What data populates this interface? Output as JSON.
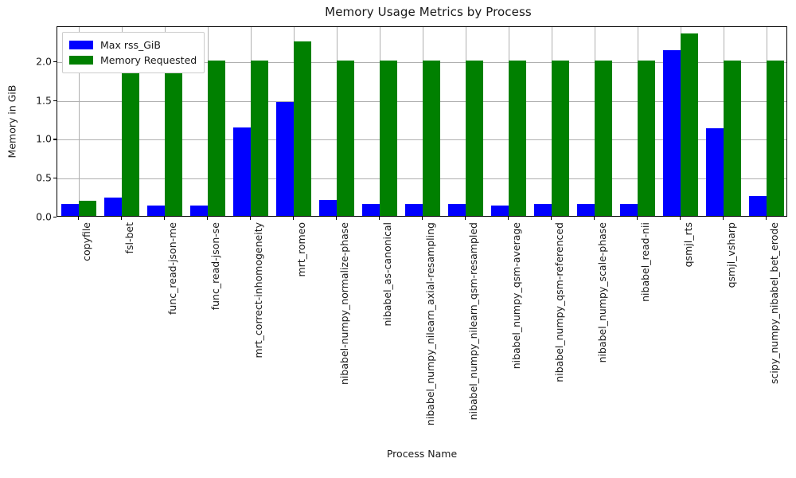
{
  "chart_data": {
    "type": "bar",
    "title": "Memory Usage Metrics by Process",
    "xlabel": "Process Name",
    "ylabel": "Memory in GiB",
    "grid": true,
    "legend_position": "upper left",
    "ylim": [
      0.0,
      2.45
    ],
    "yticks": [
      "0.0",
      "0.5",
      "1.0",
      "1.5",
      "2.0"
    ],
    "ytick_values": [
      0.0,
      0.5,
      1.0,
      1.5,
      2.0
    ],
    "xtick_rotation": 90,
    "categories": [
      "copyfile",
      "fsl-bet",
      "func_read-json-me",
      "func_read-json-se",
      "mrt_correct-inhomogeneity",
      "mrt_romeo",
      "nibabel-numpy_normalize-phase",
      "nibabel_as-canonical",
      "nibabel_numpy_nilearn_axial-resampling",
      "nibabel_numpy_nilearn_qsm-resampled",
      "nibabel_numpy_qsm-average",
      "nibabel_numpy_qsm-referenced",
      "nibabel_numpy_scale-phase",
      "nibabel_read-nii",
      "qsmjl_rts",
      "qsmjl_vsharp",
      "scipy_numpy_nibabel_bet_erode"
    ],
    "series": [
      {
        "name": "Max rss_GiB",
        "color": "#0000ff",
        "values": [
          0.15,
          0.24,
          0.13,
          0.13,
          1.14,
          1.47,
          0.21,
          0.15,
          0.15,
          0.15,
          0.13,
          0.15,
          0.15,
          0.15,
          2.13,
          1.13,
          0.26
        ]
      },
      {
        "name": "Memory Requested",
        "color": "#008000",
        "values": [
          0.2,
          2.0,
          2.0,
          2.0,
          2.0,
          2.25,
          2.0,
          2.0,
          2.0,
          2.0,
          2.0,
          2.0,
          2.0,
          2.0,
          2.35,
          2.0,
          2.0
        ]
      }
    ]
  },
  "legend": {
    "items": [
      {
        "label": "Max rss_GiB",
        "color": "#0000ff"
      },
      {
        "label": "Memory Requested",
        "color": "#008000"
      }
    ]
  }
}
